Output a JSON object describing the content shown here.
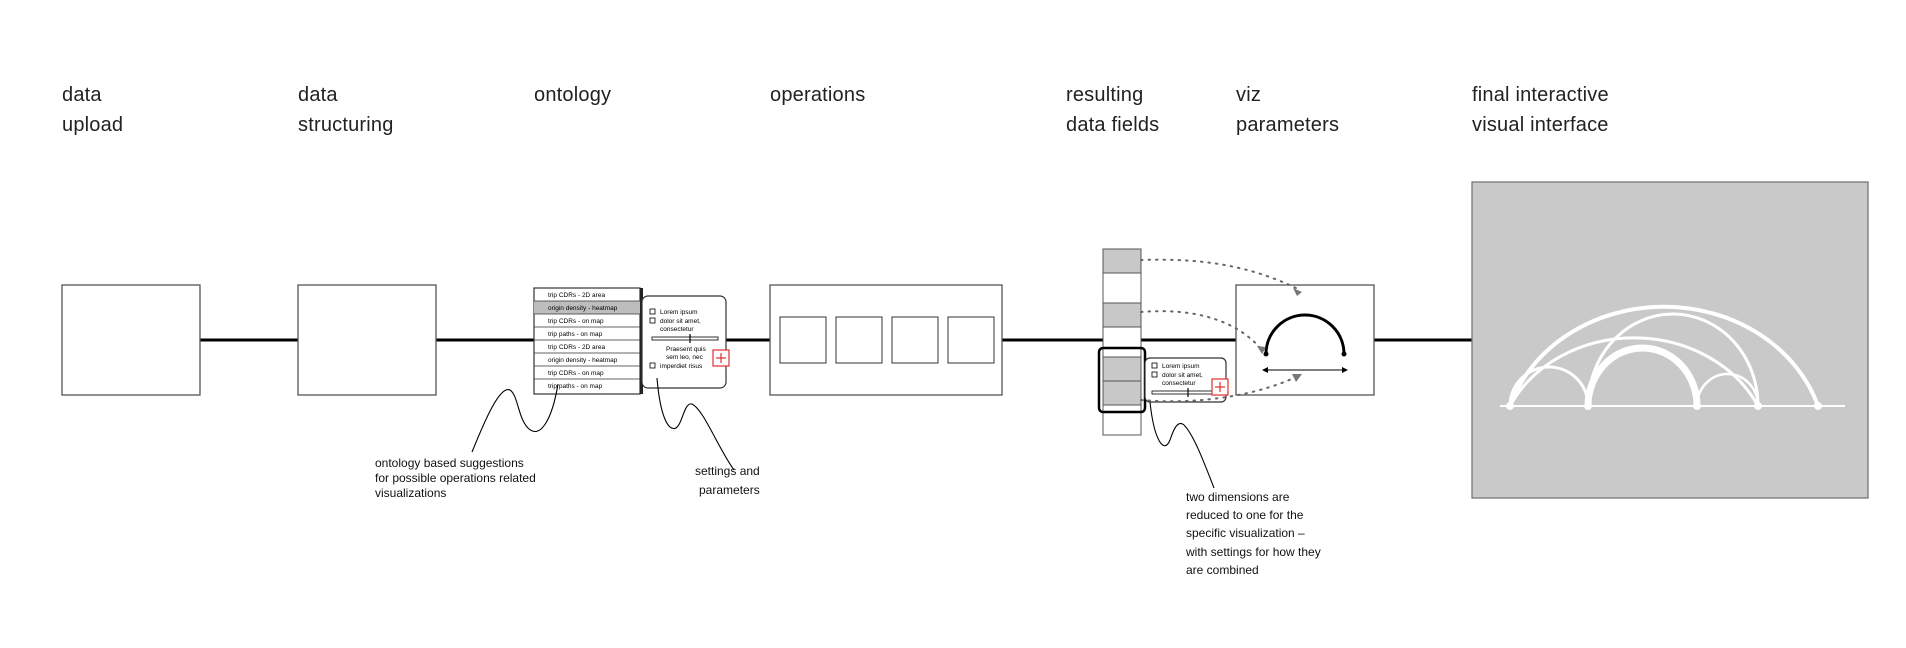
{
  "stages": [
    {
      "id": "data-upload",
      "lines": [
        "data",
        "upload"
      ]
    },
    {
      "id": "data-structuring",
      "lines": [
        "data",
        "structuring"
      ]
    },
    {
      "id": "ontology",
      "lines": [
        "ontology"
      ]
    },
    {
      "id": "operations",
      "lines": [
        "operations"
      ]
    },
    {
      "id": "resulting-data-fields",
      "lines": [
        "resulting",
        "data fields"
      ]
    },
    {
      "id": "viz-parameters",
      "lines": [
        "viz",
        "parameters"
      ]
    },
    {
      "id": "final-interface",
      "lines": [
        "final interactive",
        "visual interface"
      ]
    }
  ],
  "ontology_list": [
    "trip CDRs - 2D area",
    "origin density - heatmap",
    "trip CDRs - on map",
    "trip paths - on map",
    "trip CDRs - 2D area",
    "origin density - heatmap",
    "trip CDRs - on map",
    "trip paths - on map"
  ],
  "settings_panel": {
    "option1": "Lorem ipsum",
    "option2a": "dolor sit amet,",
    "option2b": "consectetur",
    "text_a": "Praesent quis",
    "text_b": "sem leo, nec",
    "option3": "imperdiet risus"
  },
  "small_panel": {
    "option1": "Lorem ipsum",
    "option2a": "dolor sit amet,",
    "option2b": "consectetur"
  },
  "annotations": {
    "ontology_note": [
      "ontology based suggestions",
      "for possible operations related",
      "visualizations"
    ],
    "settings_note": [
      "settings and",
      "parameters"
    ],
    "dimensions_note": [
      "two dimensions are",
      "reduced to one for the",
      "specific visualization –",
      "with settings for how they",
      "are combined"
    ]
  },
  "colors": {
    "line": "#000000",
    "box_border": "#555555",
    "field_gray": "#c8c8c8",
    "interface_bg": "#c9c9c9",
    "arc": "#ffffff",
    "plus_red": "#e03030"
  }
}
